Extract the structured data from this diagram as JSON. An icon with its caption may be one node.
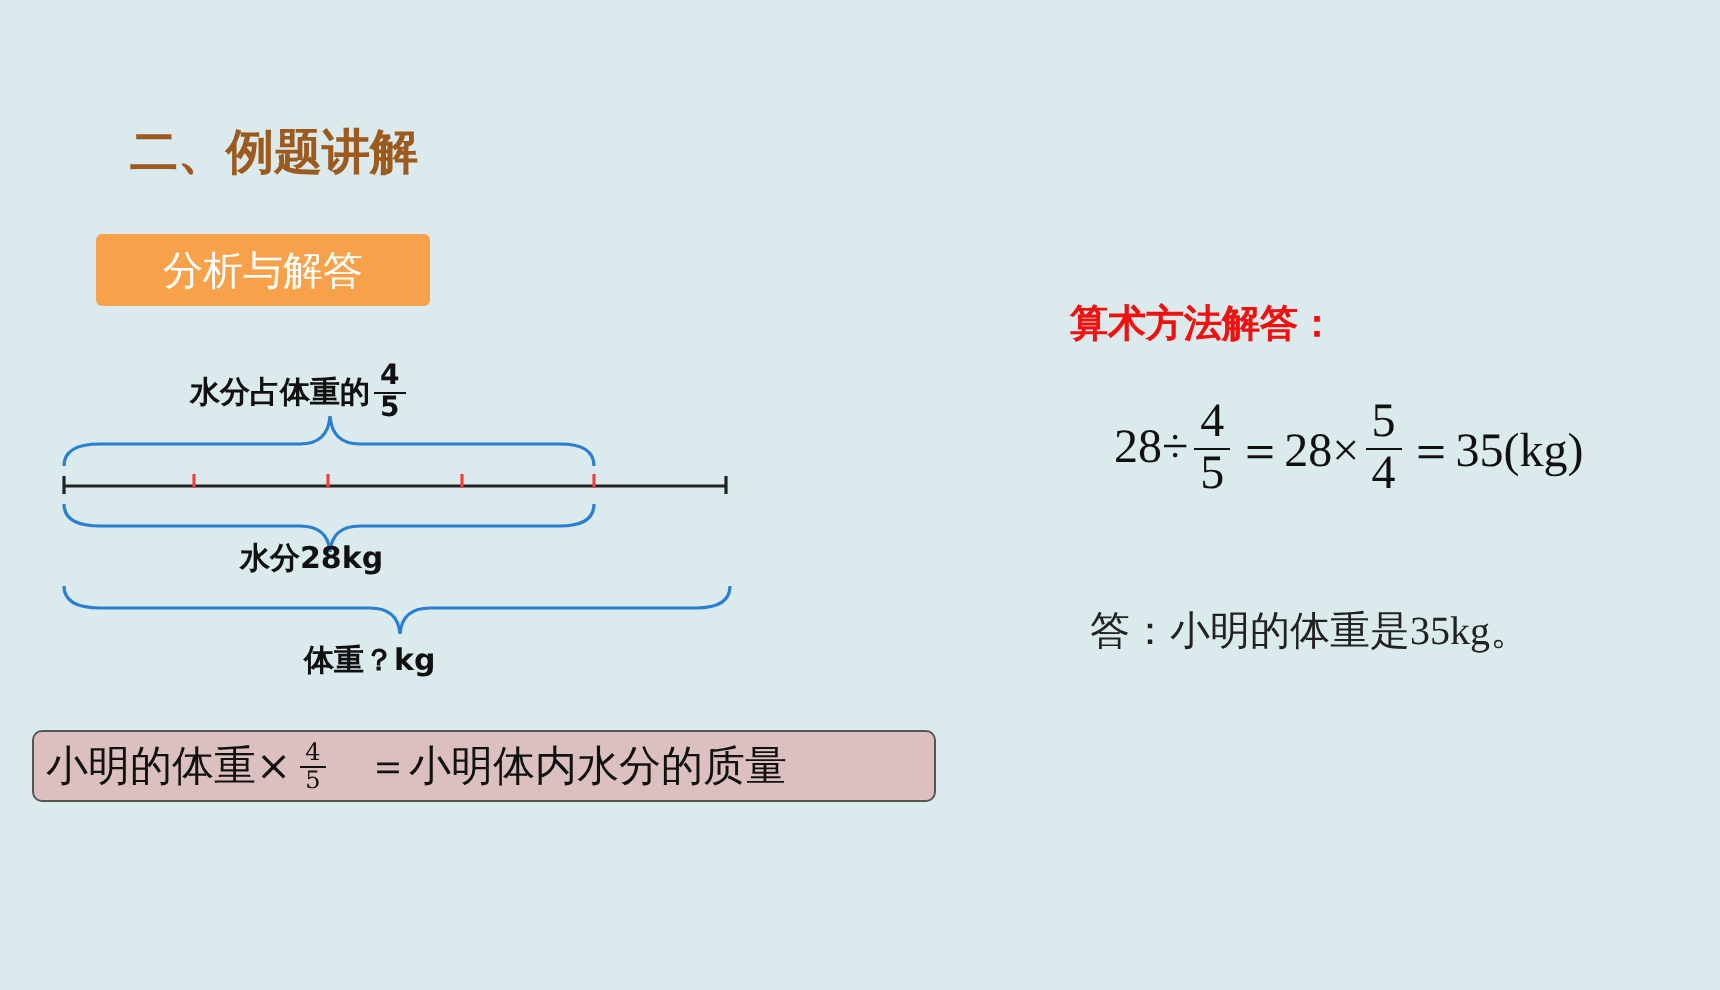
{
  "diagram": {
    "title": "二、例题讲解",
    "nodes": [
      {
        "text": [
          "分析与解答"
        ]
      },
      {
        "text": [
          "小明的体重×",
          "4",
          "5",
          "＝小明体内水分的质量"
        ]
      }
    ],
    "labels": [
      "水分占体重的",
      "4",
      "5",
      "水分28kg",
      "体重？kg",
      "算术方法解答：",
      "28÷",
      "4",
      "5",
      "＝28×",
      "5",
      "4",
      "＝35(kg)",
      "答：小明的体重是35kg。"
    ]
  }
}
